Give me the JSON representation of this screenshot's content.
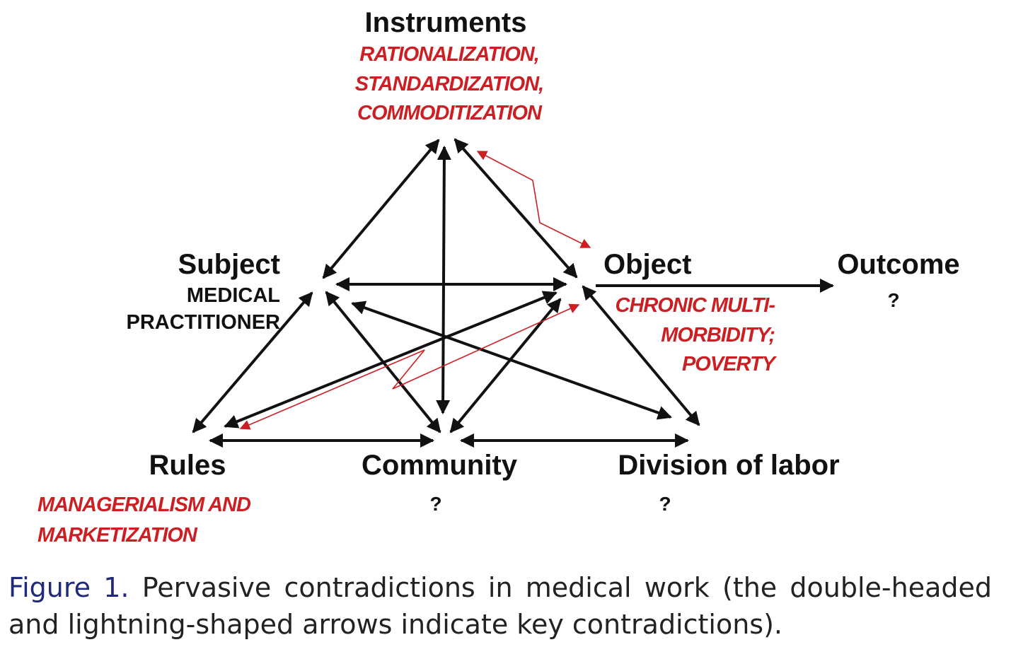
{
  "nodes": {
    "instruments": {
      "title": "Instruments",
      "notes": [
        "RATIONALIZATION,",
        "STANDARDIZATION,",
        "COMMODITIZATION"
      ]
    },
    "subject": {
      "title": "Subject",
      "notes": [
        "MEDICAL",
        "PRACTITIONER"
      ]
    },
    "object": {
      "title": "Object",
      "notes": [
        "CHRONIC MULTI-",
        "MORBIDITY;",
        "POVERTY"
      ]
    },
    "outcome": {
      "title": "Outcome",
      "note": "?"
    },
    "rules": {
      "title": "Rules",
      "notes": [
        "MANAGERIALISM AND",
        "MARKETIZATION"
      ]
    },
    "community": {
      "title": "Community",
      "note": "?"
    },
    "division": {
      "title": "Division of labor",
      "note": "?"
    }
  },
  "caption": {
    "label": "Figure 1.",
    "text": "Pervasive contradictions in medical work (the double-headed and lightning-shaped arrows indicate key contradictions)."
  },
  "colors": {
    "text": "#111111",
    "contradiction": "#cc1f24",
    "caption_label": "#1f2a7a"
  }
}
